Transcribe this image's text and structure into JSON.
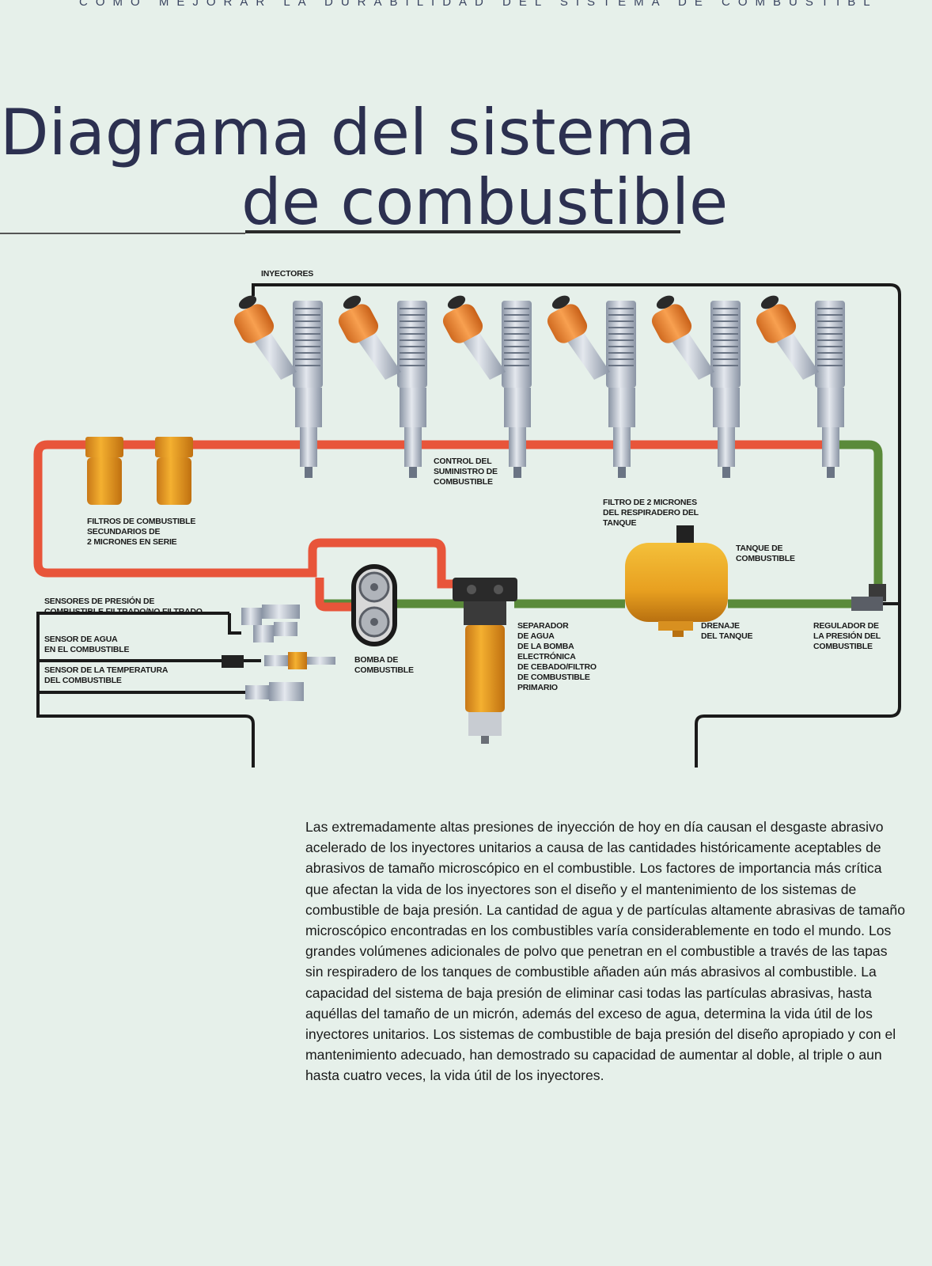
{
  "running_head": "COMO MEJORAR LA DURABILIDAD DEL SISTEMA DE COMBUSTIBLE",
  "title": {
    "line1": "Diagrama del sistema",
    "line2": "de combustible"
  },
  "diagram": {
    "labels": {
      "injectors": "INYECTORES",
      "supply_control": "CONTROL DEL\nSUMINISTRO DE\nCOMBUSTIBLE",
      "secondary_filters": "FILTROS DE COMBUSTIBLE\nSECUNDARIOS DE\n2 MICRONES EN SERIE",
      "breather_filter": "FILTRO DE 2 MICRONES\nDEL RESPIRADERO DEL\nTANQUE",
      "fuel_tank": "TANQUE DE\nCOMBUSTIBLE",
      "pressure_sensors": "SENSORES DE PRESIÓN DE\nCOMBUSTIBLE FILTRADO/NO FILTRADO",
      "water_sensor": "SENSOR DE AGUA\nEN EL COMBUSTIBLE",
      "temp_sensor": "SENSOR DE LA TEMPERATURA\nDEL COMBUSTIBLE",
      "fuel_pump": "BOMBA DE\nCOMBUSTIBLE",
      "water_separator": "SEPARADOR\nDE AGUA\nDE LA BOMBA\nELECTRÓNICA\nDE CEBADO/FILTRO\nDE COMBUSTIBLE\nPRIMARIO",
      "tank_drain": "DRENAJE\nDEL TANQUE",
      "pressure_regulator": "REGULADOR DE\nLA PRESIÓN DEL\nCOMBUSTIBLE"
    },
    "colors": {
      "supply_line": "#e8553a",
      "return_line": "#5a8a3a",
      "wiring": "#1a1a1a",
      "filter_body": "#e8a020",
      "injector_cap": "#f08a30",
      "injector_body": "#b8c0cc"
    },
    "injector_count": 6
  },
  "body_paragraph": "Las extremadamente altas presiones de inyección de hoy en día causan el desgaste abrasivo acelerado de los inyectores unitarios a causa de las cantidades históricamente aceptables de abrasivos de tamaño microscópico en el combustible. Los factores de importancia más crítica que afectan la vida de los inyectores son el diseño y el mantenimiento de los sistemas de combustible de baja presión. La cantidad de agua y de partículas altamente abrasivas de tamaño microscópico encontradas en los combustibles varía considerablemente en todo el mundo. Los grandes volúmenes adicionales de polvo que penetran en el combustible a través de las tapas sin respiradero de los tanques de combustible añaden aún más abrasivos al combustible. La capacidad del sistema de baja presión de eliminar casi todas las partículas abrasivas, hasta aquéllas del tamaño de un micrón, además del exceso de agua, determina la vida útil de los inyectores unitarios. Los sistemas de combustible de baja presión del diseño apropiado y con el mantenimiento adecuado, han demostrado su capacidad de aumentar al doble, al triple o aun hasta cuatro veces, la vida útil de los inyectores."
}
